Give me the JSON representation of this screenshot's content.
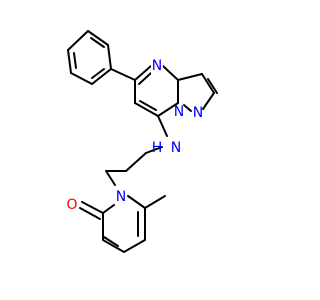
{
  "molecule": {
    "colors": {
      "bond": "#000000",
      "nitrogen": "#0000ff",
      "oxygen": "#ff0000",
      "background": "#ffffff"
    },
    "atom_labels": {
      "n_pyrimidine": "N",
      "n_bridgehead": "N",
      "n_pyrazole": "N",
      "n_amine": "N",
      "h_amine": "H",
      "n_pyridinone": "N",
      "o_carbonyl": "O"
    }
  }
}
